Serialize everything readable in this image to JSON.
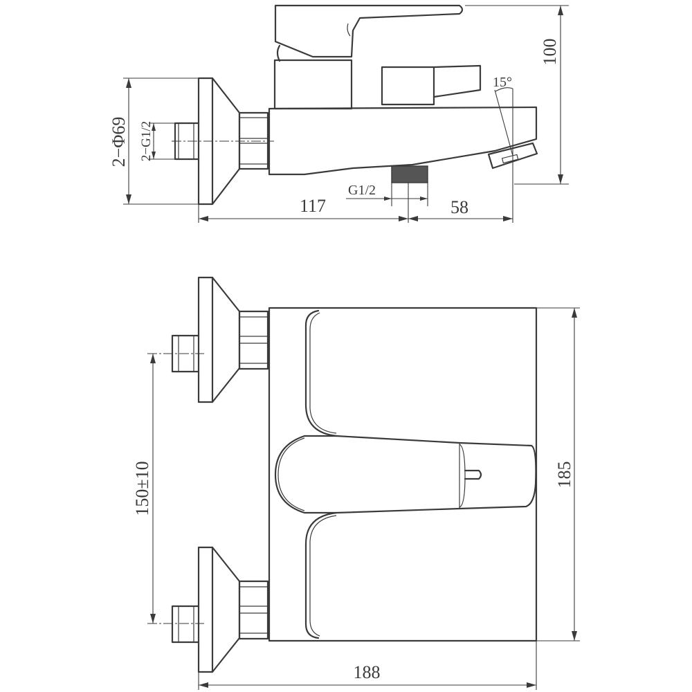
{
  "side_view": {
    "label_height": "100",
    "label_angle": "15°",
    "label_inlet_diameter": "2−Φ69",
    "label_inlet_thread": "2−G1/2",
    "label_outlet_thread": "G1/2",
    "label_length_left": "117",
    "label_length_right": "58"
  },
  "top_view": {
    "label_spacing": "150±10",
    "label_depth": "185",
    "label_width": "188"
  }
}
